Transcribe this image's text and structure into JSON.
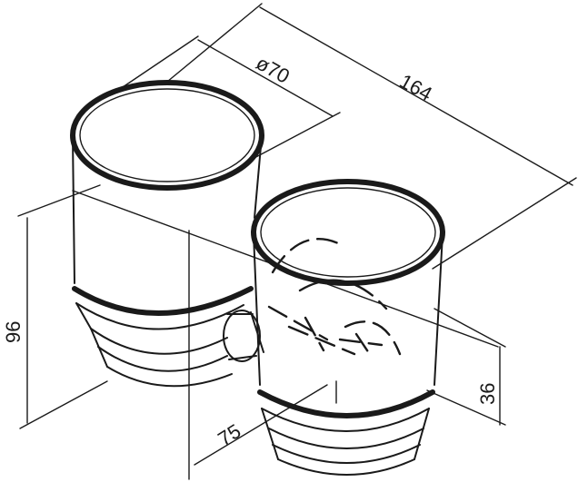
{
  "dimensions": {
    "diameter": "ø70",
    "total_width": "164",
    "height": "96",
    "depth": "75",
    "cup_offset": "36"
  },
  "colors": {
    "line": "#1a1a1a",
    "background": "#ffffff"
  }
}
